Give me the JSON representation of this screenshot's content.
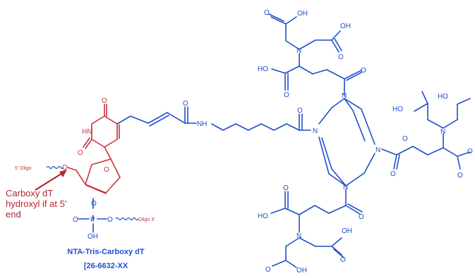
{
  "diagram": {
    "title": "NTA-Tris-Carboxy dT",
    "catalog_number": "[26-6632-XX",
    "annotation": [
      "Carboxy dT",
      "hydroxyl if at 5'",
      "end"
    ],
    "five_prime_label": "5' Oligo",
    "three_prime_label": "Oligo 3'",
    "colors": {
      "nta_structure": "#1f4fc9",
      "dt_structure": "#c8343b"
    },
    "atoms": {
      "oh": "OH",
      "ho": "HO",
      "o": "O",
      "n": "N",
      "hn": "HN",
      "nh": "NH",
      "p": "P"
    }
  }
}
